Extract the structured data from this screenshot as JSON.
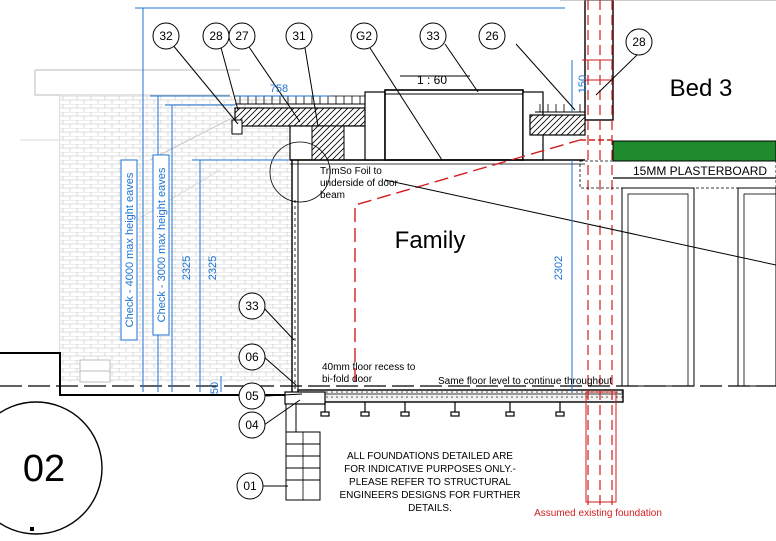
{
  "room_labels": {
    "family": "Family",
    "bed3": "Bed 3"
  },
  "scale": "1 : 60",
  "section_number": "02",
  "tags": [
    "32",
    "28",
    "27",
    "31",
    "G2",
    "33",
    "26",
    "28",
    "33",
    "06",
    "05",
    "04",
    "01"
  ],
  "dimensions": {
    "top_758": "758",
    "top_150": "150",
    "h_2325_a": "2325",
    "h_2325_b": "2325",
    "h_2302": "2302",
    "small_50": "50",
    "check_4000": "Check - 4000 max height eaves",
    "check_3000": "Check - 3000  max height eaves"
  },
  "notes": {
    "plasterboard": "15MM PLASTERBOARD",
    "trimfoil_1": "TrimSo Foil to",
    "trimfoil_2": "underside of door",
    "trimfoil_3": "beam",
    "recess_1": "40mm floor recess to",
    "recess_2": "bi-fold door",
    "floor_level": "Same floor level to continue throughout",
    "foundations_1": "ALL FOUNDATIONS DETAILED ARE",
    "foundations_2": "FOR INDICATIVE PURPOSES ONLY.-",
    "foundations_3": "PLEASE REFER TO STRUCTURAL",
    "foundations_4": "ENGINEERS DESIGNS FOR FURTHER",
    "foundations_5": "DETAILS.",
    "existing_foundation": "Assumed existing foundation"
  },
  "colors": {
    "dimension_blue": "#1e73d0",
    "existing_red": "#d21e1e",
    "plasterboard_green": "#1f8a2e",
    "brick_grey": "#c8c8c8"
  }
}
